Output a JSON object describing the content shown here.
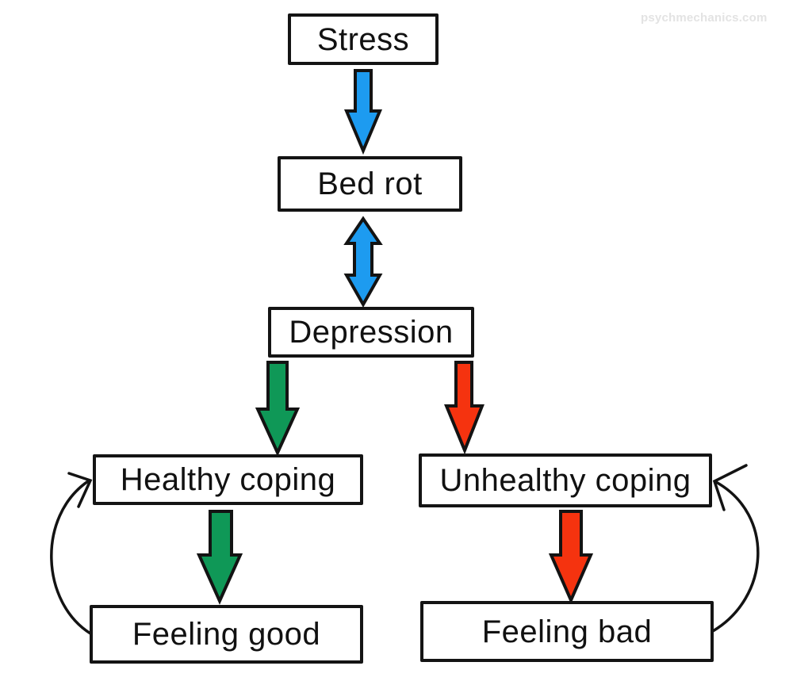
{
  "watermark": {
    "text": "psychmechanics.com"
  },
  "colors": {
    "arrow_blue": "#1D9BF0",
    "arrow_green": "#0F9857",
    "arrow_red": "#F5330F",
    "outline": "#131313"
  },
  "nodes": {
    "stress": {
      "label": "Stress"
    },
    "bed_rot": {
      "label": "Bed rot"
    },
    "depression": {
      "label": "Depression"
    },
    "healthy_coping": {
      "label": "Healthy coping"
    },
    "unhealthy_coping": {
      "label": "Unhealthy coping"
    },
    "feeling_good": {
      "label": "Feeling good"
    },
    "feeling_bad": {
      "label": "Feeling bad"
    }
  },
  "edges": [
    {
      "from": "stress",
      "to": "bed_rot",
      "style": "block-arrow",
      "color": "blue",
      "direction": "one-way"
    },
    {
      "from": "bed_rot",
      "to": "depression",
      "style": "block-arrow",
      "color": "blue",
      "direction": "two-way"
    },
    {
      "from": "depression",
      "to": "healthy_coping",
      "style": "block-arrow",
      "color": "green",
      "direction": "one-way"
    },
    {
      "from": "depression",
      "to": "unhealthy_coping",
      "style": "block-arrow",
      "color": "red",
      "direction": "one-way"
    },
    {
      "from": "healthy_coping",
      "to": "feeling_good",
      "style": "block-arrow",
      "color": "green",
      "direction": "one-way"
    },
    {
      "from": "unhealthy_coping",
      "to": "feeling_bad",
      "style": "block-arrow",
      "color": "red",
      "direction": "one-way"
    },
    {
      "from": "feeling_good",
      "to": "healthy_coping",
      "style": "curved-line-arrow",
      "color": "black",
      "direction": "one-way"
    },
    {
      "from": "feeling_bad",
      "to": "unhealthy_coping",
      "style": "curved-line-arrow",
      "color": "black",
      "direction": "one-way"
    }
  ]
}
